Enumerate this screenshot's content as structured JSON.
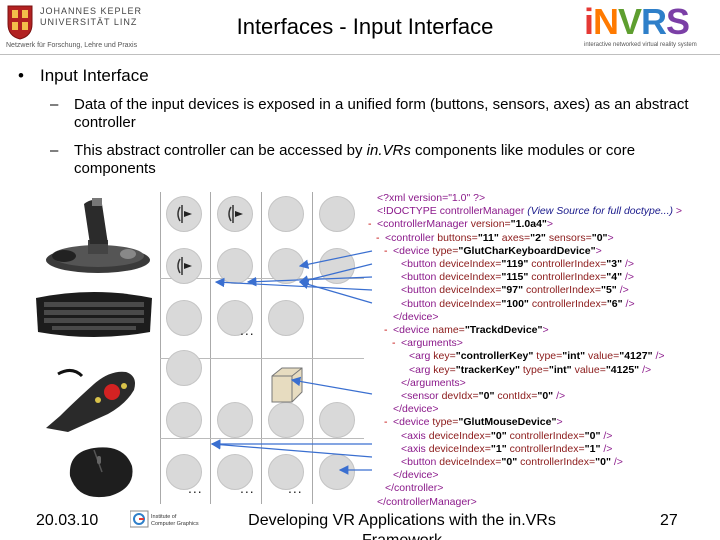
{
  "header": {
    "title": "Interfaces - Input Interface",
    "jku": {
      "name": "JOHANNES KEPLER\nUNIVERSITÄT LINZ",
      "network": "Netzwerk für Forschung, Lehre und Praxis"
    },
    "invrs": {
      "letters": [
        "i",
        "N",
        "V",
        "R",
        "S"
      ],
      "tagline": "interactive networked virtual reality system"
    }
  },
  "bullets": {
    "main": "Input Interface",
    "marker": "•",
    "sub": [
      {
        "dash": "–",
        "text": "Data of the input devices is exposed in a unified form (buttons, sensors, axes) as an abstract controller"
      },
      {
        "dash": "–",
        "text_before": "This abstract controller can be accessed by ",
        "text_italic": "in.VRs",
        "text_after": " components like modules or core components"
      }
    ]
  },
  "devices": [
    "joystick",
    "keyboard",
    "trackd-controller",
    "mouse"
  ],
  "xml_lines": [
    {
      "minus": "",
      "parts": [
        [
          "tag",
          "<?xml version=\"1.0\" ?>"
        ]
      ]
    },
    {
      "minus": "",
      "parts": [
        [
          "tag",
          "<!DOCTYPE controllerManager "
        ],
        [
          "italic",
          "(View Source for full doctype...)"
        ],
        [
          "tag",
          " >"
        ]
      ]
    },
    {
      "minus": "-",
      "parts": [
        [
          "tag",
          "<controllerManager "
        ],
        [
          "attr",
          "version="
        ],
        [
          "val",
          "\"1.0a4\""
        ],
        [
          "tag",
          ">"
        ]
      ]
    },
    {
      "minus": "-",
      "parts": [
        [
          "tag",
          "<controller "
        ],
        [
          "attr",
          "buttons="
        ],
        [
          "val",
          "\"11\""
        ],
        [
          "attr",
          " axes="
        ],
        [
          "val",
          "\"2\""
        ],
        [
          "attr",
          " sensors="
        ],
        [
          "val",
          "\"0\""
        ],
        [
          "tag",
          ">"
        ]
      ]
    },
    {
      "minus": "-",
      "parts": [
        [
          "tag",
          "<device "
        ],
        [
          "attr",
          "type="
        ],
        [
          "val",
          "\"GlutCharKeyboardDevice\""
        ],
        [
          "tag",
          ">"
        ]
      ]
    },
    {
      "minus": "",
      "parts": [
        [
          "tag",
          "<button "
        ],
        [
          "attr",
          "deviceIndex="
        ],
        [
          "val",
          "\"119\""
        ],
        [
          "attr",
          " controllerIndex="
        ],
        [
          "val",
          "\"3\""
        ],
        [
          "tag",
          " />"
        ]
      ]
    },
    {
      "minus": "",
      "parts": [
        [
          "tag",
          "<button "
        ],
        [
          "attr",
          "deviceIndex="
        ],
        [
          "val",
          "\"115\""
        ],
        [
          "attr",
          " controllerIndex="
        ],
        [
          "val",
          "\"4\""
        ],
        [
          "tag",
          " />"
        ]
      ]
    },
    {
      "minus": "",
      "parts": [
        [
          "tag",
          "<button "
        ],
        [
          "attr",
          "deviceIndex="
        ],
        [
          "val",
          "\"97\""
        ],
        [
          "attr",
          " controllerIndex="
        ],
        [
          "val",
          "\"5\""
        ],
        [
          "tag",
          " />"
        ]
      ]
    },
    {
      "minus": "",
      "parts": [
        [
          "tag",
          "<button "
        ],
        [
          "attr",
          "deviceIndex="
        ],
        [
          "val",
          "\"100\""
        ],
        [
          "attr",
          " controllerIndex="
        ],
        [
          "val",
          "\"6\""
        ],
        [
          "tag",
          " />"
        ]
      ]
    },
    {
      "minus": "",
      "parts": [
        [
          "tag",
          "</device>"
        ]
      ]
    },
    {
      "minus": "-",
      "parts": [
        [
          "tag",
          "<device "
        ],
        [
          "attr",
          "name="
        ],
        [
          "val",
          "\"TrackdDevice\""
        ],
        [
          "tag",
          ">"
        ]
      ]
    },
    {
      "minus": "-",
      "parts": [
        [
          "tag",
          "<arguments>"
        ]
      ]
    },
    {
      "minus": "",
      "parts": [
        [
          "tag",
          "<arg "
        ],
        [
          "attr",
          "key="
        ],
        [
          "val",
          "\"controllerKey\""
        ],
        [
          "attr",
          " type="
        ],
        [
          "val",
          "\"int\""
        ],
        [
          "attr",
          " value="
        ],
        [
          "val",
          "\"4127\""
        ],
        [
          "tag",
          " />"
        ]
      ]
    },
    {
      "minus": "",
      "parts": [
        [
          "tag",
          "<arg "
        ],
        [
          "attr",
          "key="
        ],
        [
          "val",
          "\"trackerKey\""
        ],
        [
          "attr",
          " type="
        ],
        [
          "val",
          "\"int\""
        ],
        [
          "attr",
          " value="
        ],
        [
          "val",
          "\"4125\""
        ],
        [
          "tag",
          " />"
        ]
      ]
    },
    {
      "minus": "",
      "parts": [
        [
          "tag",
          "</arguments>"
        ]
      ]
    },
    {
      "minus": "",
      "parts": [
        [
          "tag",
          "<sensor "
        ],
        [
          "attr",
          "devIdx="
        ],
        [
          "val",
          "\"0\""
        ],
        [
          "attr",
          " contIdx="
        ],
        [
          "val",
          "\"0\""
        ],
        [
          "tag",
          " />"
        ]
      ]
    },
    {
      "minus": "",
      "parts": [
        [
          "tag",
          "</device>"
        ]
      ]
    },
    {
      "minus": "-",
      "parts": [
        [
          "tag",
          "<device "
        ],
        [
          "attr",
          "type="
        ],
        [
          "val",
          "\"GlutMouseDevice\""
        ],
        [
          "tag",
          ">"
        ]
      ]
    },
    {
      "minus": "",
      "parts": [
        [
          "tag",
          "<axis "
        ],
        [
          "attr",
          "deviceIndex="
        ],
        [
          "val",
          "\"0\""
        ],
        [
          "attr",
          " controllerIndex="
        ],
        [
          "val",
          "\"0\""
        ],
        [
          "tag",
          " />"
        ]
      ]
    },
    {
      "minus": "",
      "parts": [
        [
          "tag",
          "<axis "
        ],
        [
          "attr",
          "deviceIndex="
        ],
        [
          "val",
          "\"1\""
        ],
        [
          "attr",
          " controllerIndex="
        ],
        [
          "val",
          "\"1\""
        ],
        [
          "tag",
          " />"
        ]
      ]
    },
    {
      "minus": "",
      "parts": [
        [
          "tag",
          "<button "
        ],
        [
          "attr",
          "deviceIndex="
        ],
        [
          "val",
          "\"0\""
        ],
        [
          "attr",
          " controllerIndex="
        ],
        [
          "val",
          "\"0\""
        ],
        [
          "tag",
          " />"
        ]
      ]
    },
    {
      "minus": "",
      "parts": [
        [
          "tag",
          "</device>"
        ]
      ]
    },
    {
      "minus": "",
      "parts": [
        [
          "tag",
          "</controller>"
        ]
      ]
    },
    {
      "minus": "",
      "parts": [
        [
          "tag",
          "</controllerManager>"
        ]
      ]
    }
  ],
  "grid": {
    "ellipsis": "..."
  },
  "footer": {
    "date": "20.03.10",
    "logo_text": "Institute of Computer Graphics",
    "center": "Developing VR Applications with the in.VRs",
    "center_line2": "Framework",
    "page": "27"
  }
}
